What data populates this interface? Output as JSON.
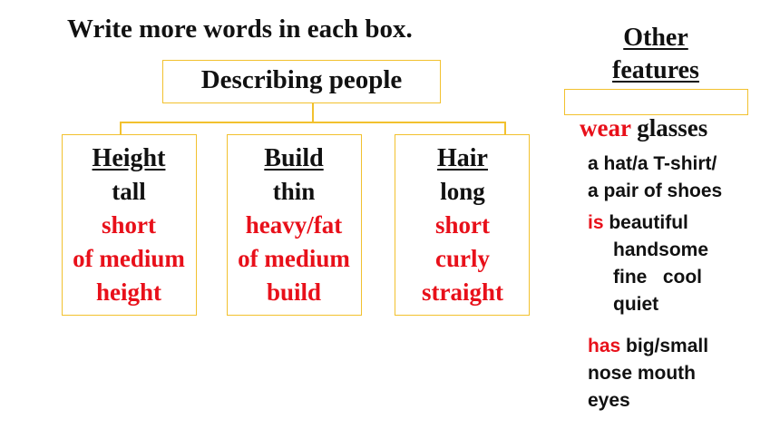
{
  "instruction": "Write more words in each box.",
  "root": {
    "label": "Describing people"
  },
  "columns": [
    {
      "heading": "Height",
      "given": [
        "tall"
      ],
      "added": [
        "short",
        "of medium",
        "height"
      ]
    },
    {
      "heading": "Build",
      "given": [
        "thin"
      ],
      "added": [
        "heavy/fat",
        "of medium",
        "build"
      ]
    },
    {
      "heading": "Hair",
      "given": [
        "long"
      ],
      "added": [
        "short",
        "curly",
        "straight"
      ]
    }
  ],
  "other_features": {
    "title_line1": "Other",
    "title_line2": "features",
    "wear": {
      "verb": "wear",
      "rest": "glasses",
      "more1": "a hat/a T-shirt/",
      "more2": "a pair of shoes"
    },
    "is": {
      "verb": "is",
      "words1": "beautiful",
      "words2": "handsome",
      "words3": "fine   cool",
      "words4": "quiet"
    },
    "has": {
      "verb": "has",
      "words1": "big/small",
      "words2": "nose mouth",
      "words3": "eyes"
    }
  },
  "colors": {
    "box_border": "#f2c12e",
    "added_text": "#e8101a",
    "text": "#111111"
  }
}
